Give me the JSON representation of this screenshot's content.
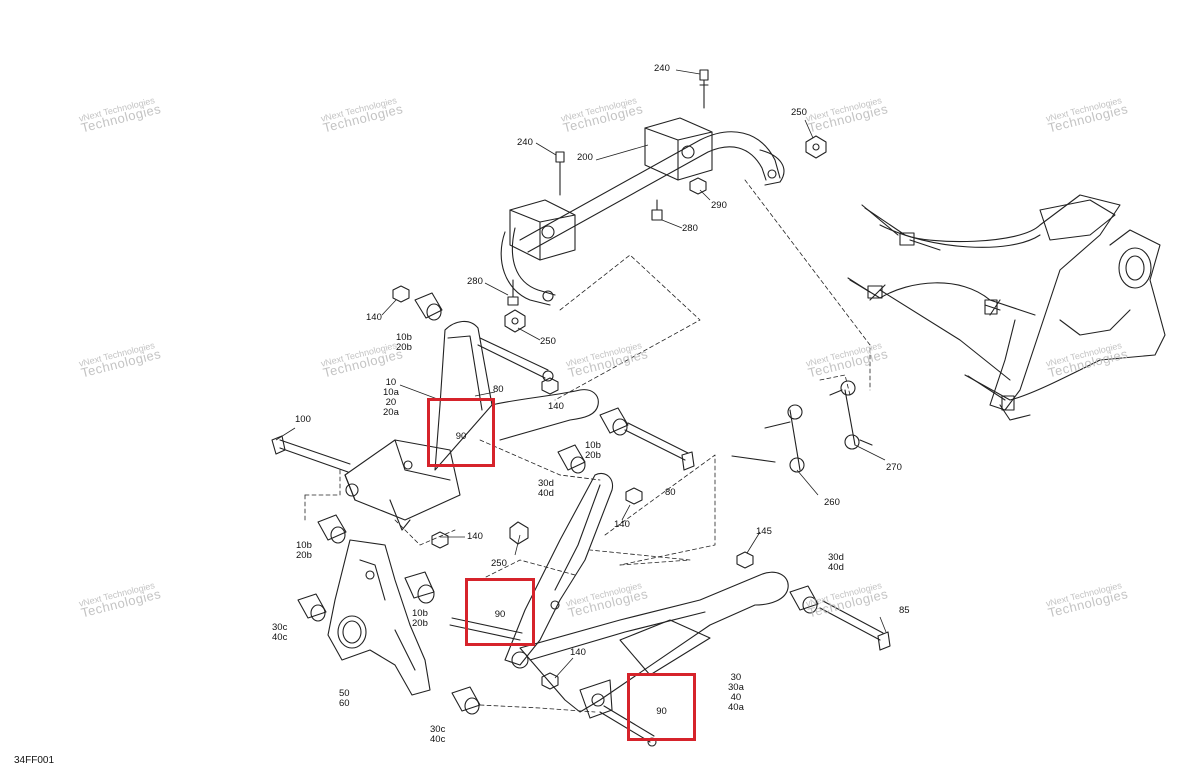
{
  "figure_code": "34FF001",
  "watermark": {
    "line1": "vNext Technologies",
    "line2": "Technologies"
  },
  "colors": {
    "highlight": "#d6232b",
    "line": "#222222",
    "watermark": "#bdbdbd"
  },
  "callouts": [
    "240",
    "240",
    "200",
    "250",
    "290",
    "280",
    "280",
    "250",
    "140",
    "10b\n20b",
    "10\n10a\n20\n20a",
    "80",
    "140",
    "100",
    "10b\n20b",
    "30d\n40d",
    "80",
    "140",
    "140",
    "250",
    "260",
    "270",
    "145",
    "30d\n40d",
    "85",
    "10b\n20b",
    "10b\n20b",
    "30c\n40c",
    "50\n60",
    "140",
    "30\n30a\n40\n40a",
    "30c\n40c"
  ],
  "highlights": [
    {
      "label": "90"
    },
    {
      "label": "90"
    },
    {
      "label": "90"
    }
  ]
}
